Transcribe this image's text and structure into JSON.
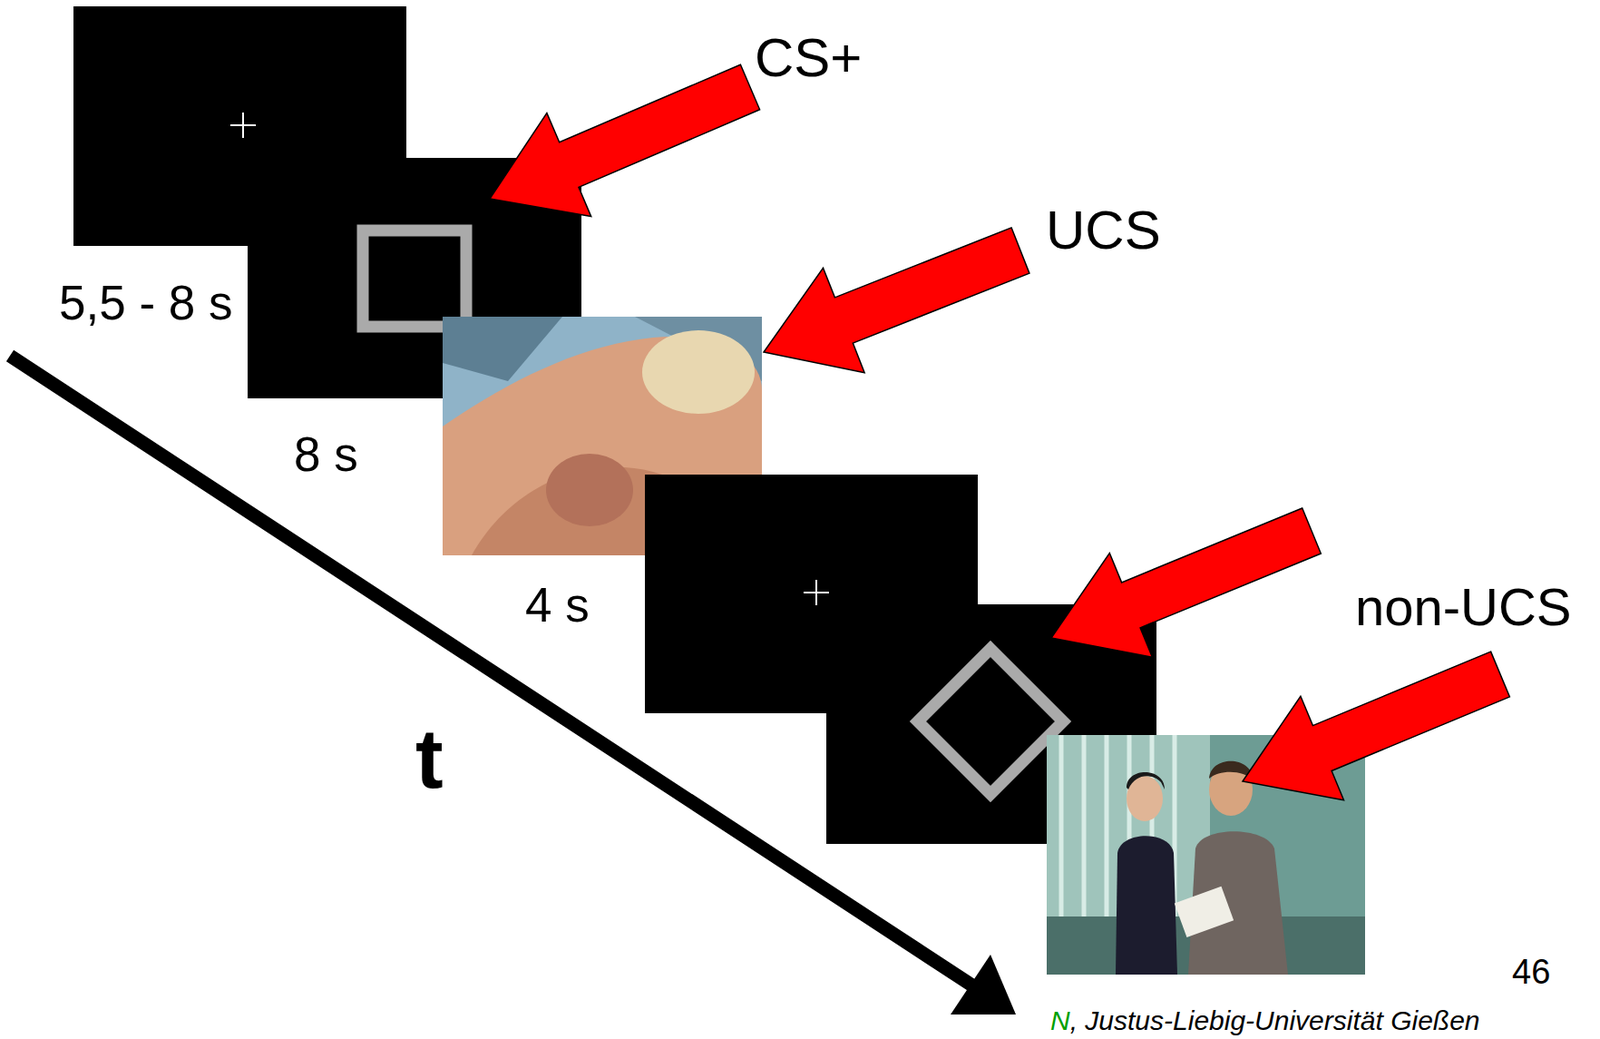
{
  "diagram": {
    "labels": [
      "CS+",
      "UCS",
      "non-UCS",
      "5,5 - 8 s",
      "8 s",
      "4 s",
      "t",
      "46",
      "N",
      ", Justus-Liebig-Universität Gießen"
    ]
  }
}
